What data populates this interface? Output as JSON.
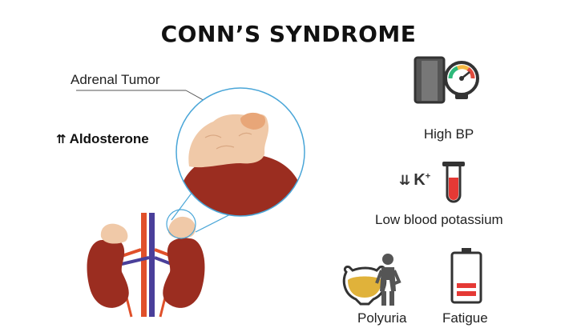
{
  "title": "CONN’S SYNDROME",
  "labels": {
    "adrenal_tumor": "Adrenal Tumor",
    "aldosterone_arrows": "⇈",
    "aldosterone": "Aldosterone",
    "high_bp": "High BP",
    "potassium_arrows": "⇊",
    "potassium_symbol": "K",
    "potassium_charge": "+",
    "low_potassium": "Low blood potassium",
    "polyuria": "Polyuria",
    "fatigue": "Fatigue"
  },
  "colors": {
    "kidney": "#9b2d20",
    "adrenal": "#f0c9a8",
    "artery": "#e0502a",
    "vein": "#4a3f9a",
    "callout": "#4aa6d8",
    "blood": "#e53935",
    "urine": "#e0b23a",
    "battery_low": "#e53935",
    "gauge_green": "#2eb87a",
    "gauge_red": "#e04b3c"
  }
}
